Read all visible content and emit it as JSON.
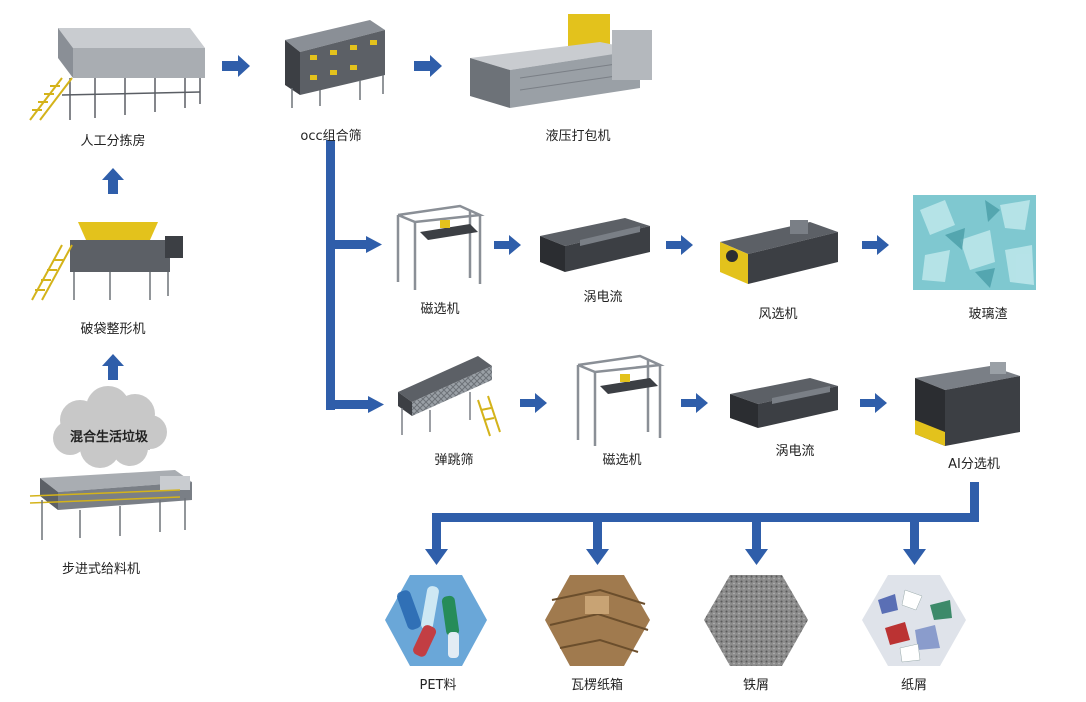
{
  "colors": {
    "arrow": "#2f5eaa",
    "machine_dark": "#3c3f44",
    "machine_mid": "#8a8f96",
    "machine_light": "#c9ccd0",
    "frame": "#7a7f86",
    "accent_yellow": "#e3c21c",
    "cloud": "#c8c8c8",
    "glass": "#7fc8d0"
  },
  "stages": {
    "manual_sorting": "人工分拣房",
    "occ_screen": "occ组合筛",
    "baler": "液压打包机",
    "shredder": "破袋整形机",
    "feeder": "步进式给料机",
    "magnetic_1": "磁选机",
    "eddy_1": "涡电流",
    "air_separator": "风选机",
    "glass_slag": "玻璃渣",
    "bounce_screen": "弹跳筛",
    "magnetic_2": "磁选机",
    "eddy_2": "涡电流",
    "ai_sorter": "AI分选机"
  },
  "cloud_label": "混合生活垃圾",
  "outputs": [
    {
      "label": "PET料",
      "icon": "pet-bottles-icon"
    },
    {
      "label": "瓦楞纸箱",
      "icon": "cardboard-icon"
    },
    {
      "label": "铁屑",
      "icon": "iron-scrap-icon"
    },
    {
      "label": "纸屑",
      "icon": "paper-scrap-icon"
    }
  ]
}
